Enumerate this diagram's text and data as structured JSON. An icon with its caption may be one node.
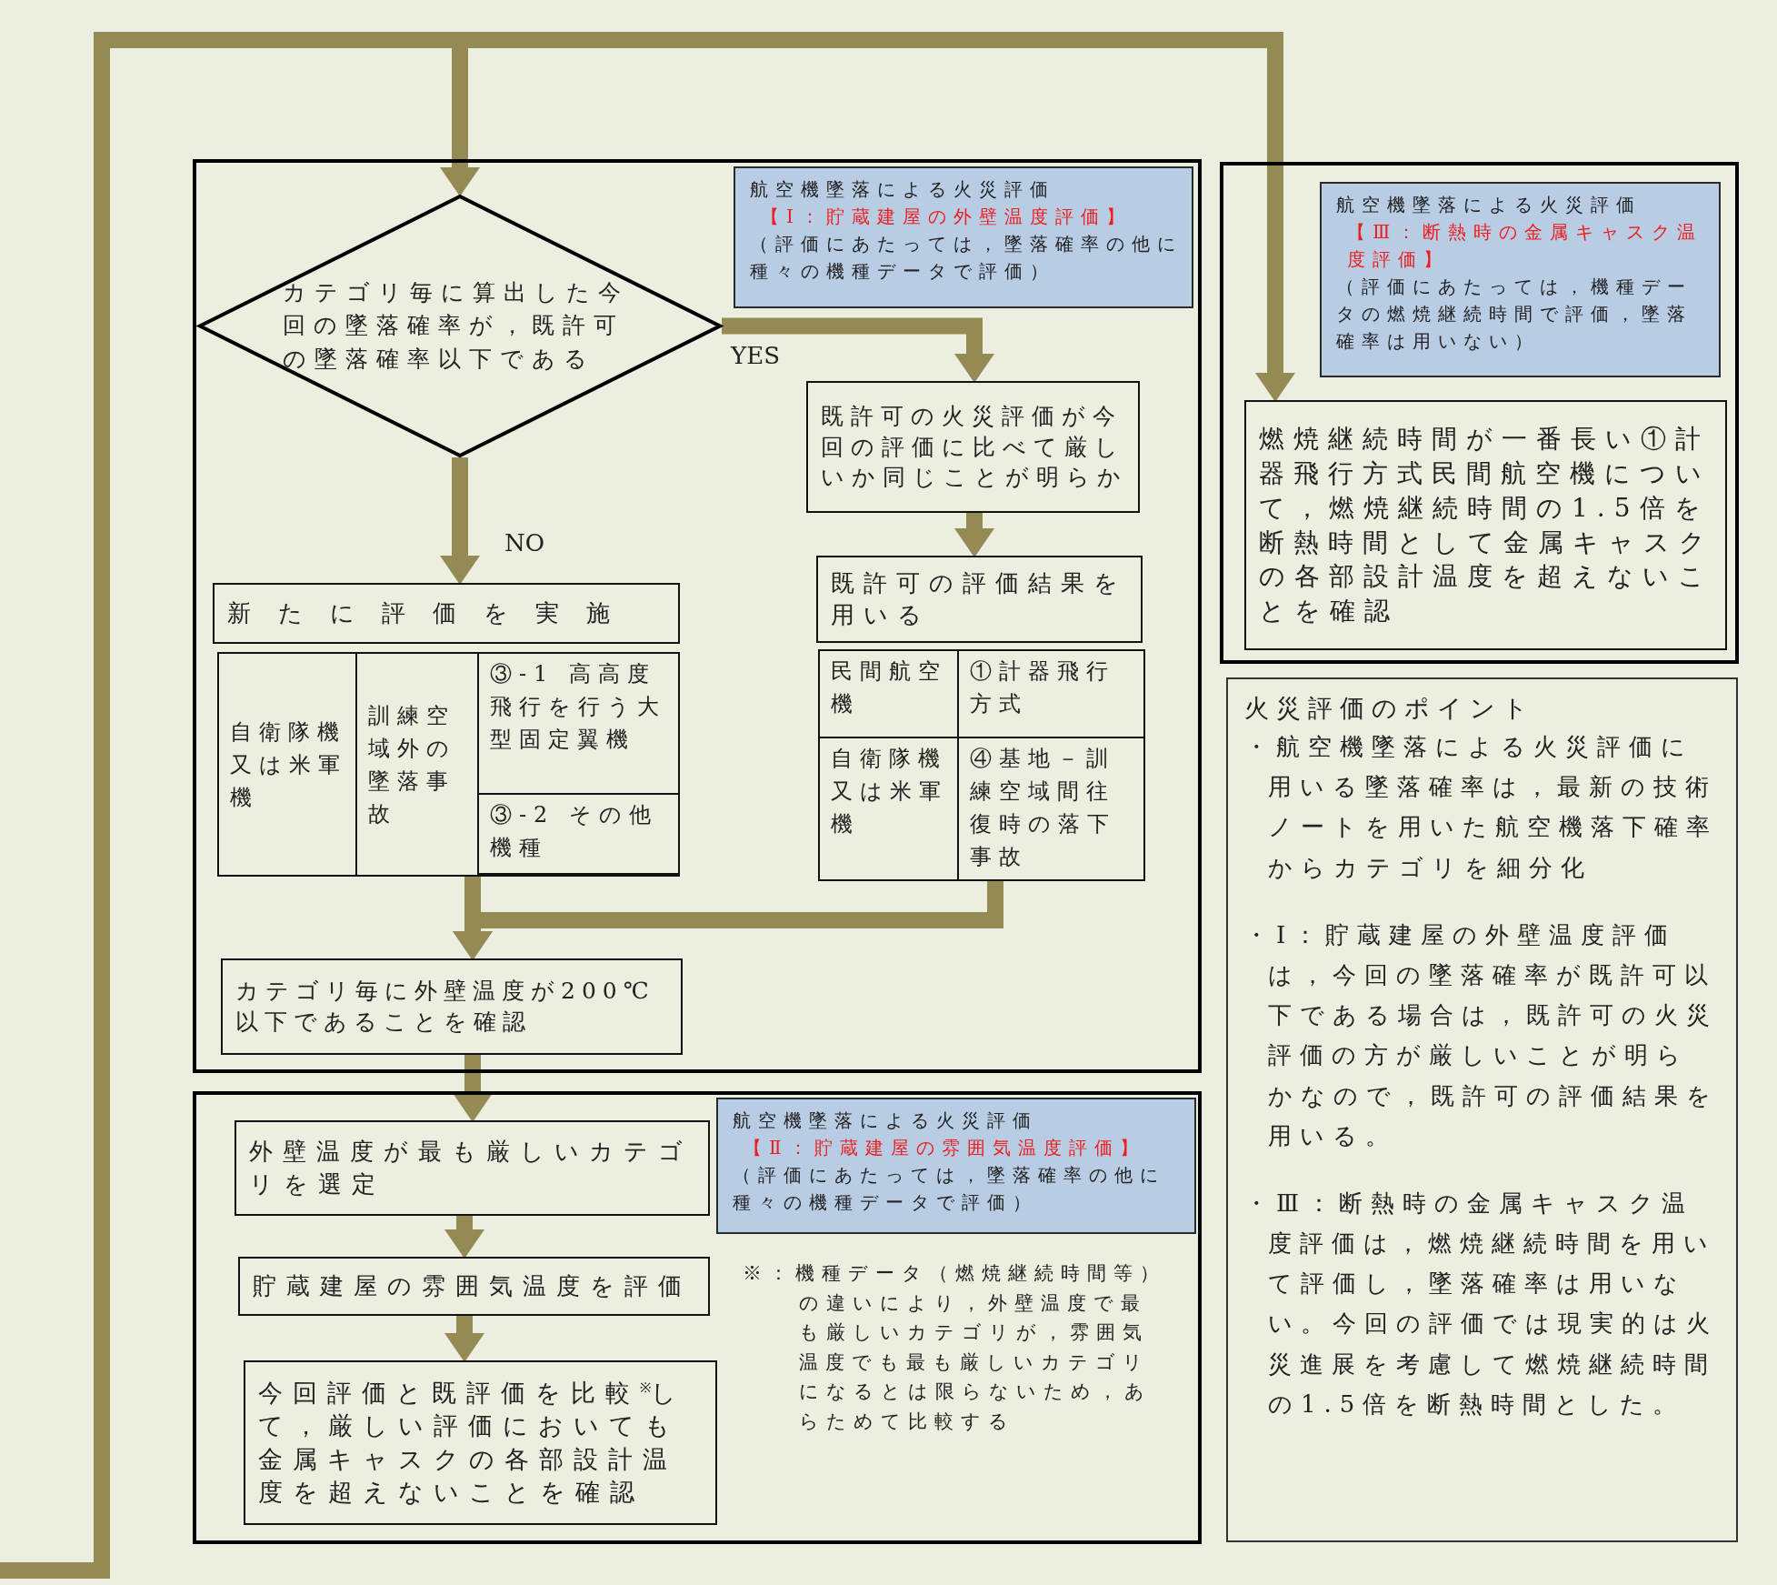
{
  "diagram": {
    "nodes": [
      {
        "text": [],
        "shape": "box"
      },
      {
        "text": [
          "航空機墜落による火災評価",
          "【Ⅰ：貯蔵建屋の外壁温度評価】",
          "（評価にあたっては，墜落確率の他に種々の機種データで評価）"
        ],
        "in": 0
      },
      {
        "text": [
          "カテゴリ毎に算出した今回の墜落確率が，既許可の墜落確率以下である"
        ],
        "in": 0
      },
      {
        "text": [
          "既許可の火災評価が今回の評価に比べて厳しいか同じことが明らか"
        ],
        "in": 0
      },
      {
        "text": [
          "既許可の評価結果を用いる"
        ],
        "in": 0
      },
      {
        "text": [
          "新たに評価を実施"
        ],
        "in": 0
      },
      {
        "text": [
          "自衛隊機又は米軍機",
          "訓練空域外の墜落事故",
          "③-1 高高度飛行を行う大型固定翼機",
          "③-2 その他機種"
        ],
        "in": 0
      },
      {
        "text": [
          "民間航空機",
          "①計器飛行方式",
          "自衛隊機又は米軍機",
          "④基地－訓練空域間往復時の落下事故"
        ],
        "in": 0
      },
      {
        "text": [
          "カテゴリ毎に外壁温度が200℃以下であることを確認"
        ],
        "in": 0
      },
      {
        "text": [],
        "shape": "box"
      },
      {
        "text": [
          "航空機墜落による火災評価",
          "【Ⅱ：貯蔵建屋の雰囲気温度評価】",
          "（評価にあたっては，墜落確率の他に種々の機種データで評価）"
        ],
        "in": 9
      },
      {
        "text": [
          "外壁温度が最も厳しいカテゴリを選定"
        ],
        "in": 9
      },
      {
        "text": [
          "貯蔵建屋の雰囲気温度を評価"
        ],
        "in": 9
      },
      {
        "text": [
          "今回評価と既評価を比較$^{※}$して，厳しい評価においても金属キャスクの各部設計温度を超えないことを確認"
        ],
        "in": 9
      },
      {
        "text": [],
        "shape": "box"
      },
      {
        "text": [
          "航空機墜落による火災評価",
          "【Ⅲ：断熱時の金属キャスク温度評価】",
          "（評価にあたっては，機種データの燃焼継続時間で評価，墜落確率は用いない）"
        ],
        "in": 14
      },
      {
        "text": [
          "燃焼継続時間が一番長い①計器飛行方式民間航空機について，燃焼継続時間の1.5倍を断熱時間として金属キャスクの各部設計温度を超えないことを確認"
        ],
        "in": 14
      },
      {
        "text": [
          "火災評価のポイント",
          "・航空機墜落による火災評価に用いる墜落確率は，最新の技術ノートを用いた航空機落下確率からカテゴリを細分化",
          "・Ⅰ：貯蔵建屋の外壁温度評価は，今回の墜落確率が既許可以下である場合は，既許可の火災評価の方が厳しいことが明らかなので，既許可の評価結果を用いる。",
          "・Ⅲ：断熱時の金属キャスク温度評価は，燃焼継続時間を用いて評価し，墜落確率は用いない。今回の評価では現実的は火災進展を考慮して燃焼継続時間の1.5倍を断熱時間とした。"
        ]
      }
    ],
    "edges": [
      {
        "from": null,
        "to": 2,
        "arrow": "to"
      },
      {
        "from": null,
        "to": 16,
        "arrow": "to"
      },
      {
        "from": 2,
        "to": 3,
        "arrow": "to",
        "label": "YES"
      },
      {
        "from": 2,
        "to": 5,
        "arrow": "to",
        "label": "NO"
      },
      {
        "from": 3,
        "to": 4,
        "arrow": "to"
      },
      {
        "from": 6,
        "to": 8,
        "arrow": "to"
      },
      {
        "from": 7,
        "to": 8,
        "arrow": "to"
      },
      {
        "from": 8,
        "to": 11,
        "arrow": "to"
      },
      {
        "from": 11,
        "to": 12,
        "arrow": "to"
      },
      {
        "from": 12,
        "to": 13,
        "arrow": "to"
      }
    ],
    "labels": [
      "※：機種データ（燃焼継続時間等）の違いにより，外壁温度で最も厳しいカテゴリが，雰囲気温度でも最も厳しいカテゴリになるとは限らないため，あらためて比較する"
    ]
  }
}
